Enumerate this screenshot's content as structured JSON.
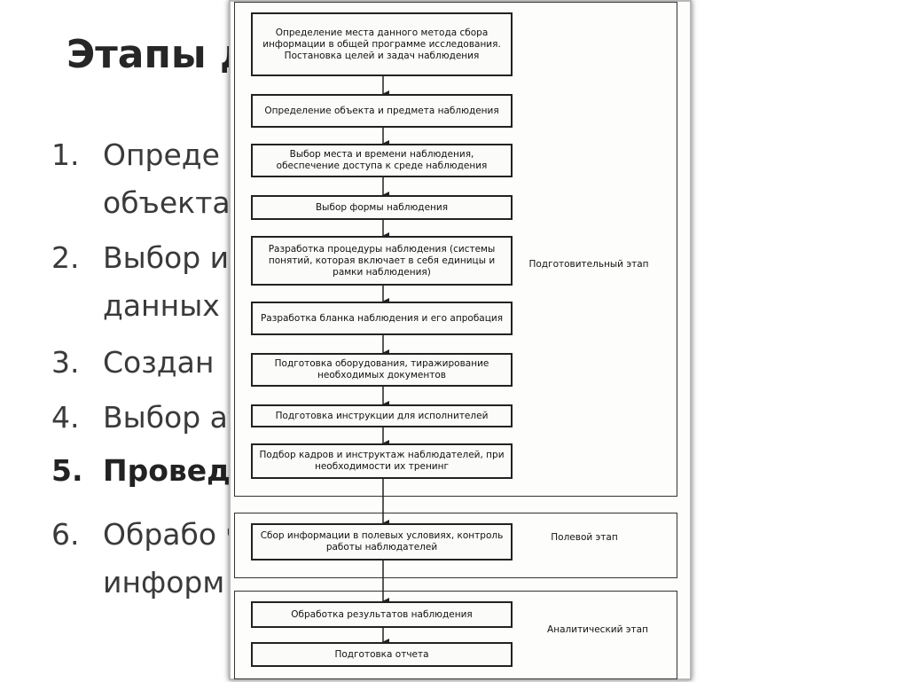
{
  "slide": {
    "title": "Этапы                               дения",
    "items": [
      {
        "num": "1.",
        "line1": "Опреде                                     ния,",
        "line2": "объекта"
      },
      {
        "num": "2.",
        "line1": "Выбор                                       истрации",
        "line2": "данных"
      },
      {
        "num": "3.",
        "line1": "Создан",
        "line2": ""
      },
      {
        "num": "4.",
        "line1": "Выбор                                      атов",
        "line2": ""
      },
      {
        "num": "5.",
        "line1": "Провед",
        "line2": ""
      },
      {
        "num": "6.",
        "line1": "Обрабо                                      ченной",
        "line2": "информ"
      }
    ]
  },
  "diagram": {
    "boxes": [
      "Определение места данного метода сбора информации в общей программе исследования. Постановка целей и задач наблюдения",
      "Определение объекта и предмета наблюдения",
      "Выбор места и времени наблюдения, обеспечение доступа к среде наблюдения",
      "Выбор формы наблюдения",
      "Разработка процедуры наблюдения (системы понятий, которая включает в себя единицы и рамки наблюдения)",
      "Разработка бланка наблюдения и его апробация",
      "Подготовка оборудования, тиражирование необходимых документов",
      "Подготовка инструкции для исполнителей",
      "Подбор кадров и инструктаж наблюдателей, при необходимости их тренинг",
      "Сбор информации в полевых условиях, контроль работы наблюдателей",
      "Обработка результатов наблюдения",
      "Подготовка отчета"
    ],
    "stages": {
      "preparatory": "Подготовительный этап",
      "field": "Полевой этап",
      "analytical": "Аналитический этап"
    }
  }
}
